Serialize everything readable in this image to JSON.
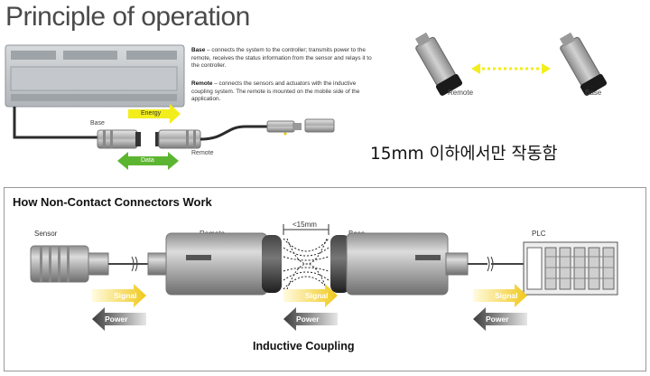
{
  "title": "Principle of operation",
  "description": {
    "base_term": "Base",
    "base_text": " – connects the system to the controller; transmits power to the remote, receives the status information from the sensor and relays it to the controller.",
    "remote_term": "Remote",
    "remote_text": " – connects the sensors and actuators with the inductive coupling system. The remote is mounted on the mobile side of the application."
  },
  "top_diagram": {
    "base_label": "Base",
    "remote_label": "Remote",
    "energy_label": "Energy",
    "data_label": "Data"
  },
  "photo_pair": {
    "remote_label": "Remote",
    "base_label": "Base"
  },
  "korean_note": "15mm 이하에서만 작동함",
  "panel": {
    "heading": "How Non-Contact Connectors Work",
    "sensor_label": "Sensor",
    "remote_label": "Remote",
    "base_label": "Base",
    "plc_label": "PLC",
    "gap_label": "<15mm",
    "signal_label": "Signal",
    "power_label": "Power",
    "caption": "Inductive Coupling"
  },
  "colors": {
    "energy": "#f2ee1c",
    "data": "#5cb531",
    "signal": "#f0d32a",
    "power": "#555555",
    "cable": "#2b2b2b"
  }
}
